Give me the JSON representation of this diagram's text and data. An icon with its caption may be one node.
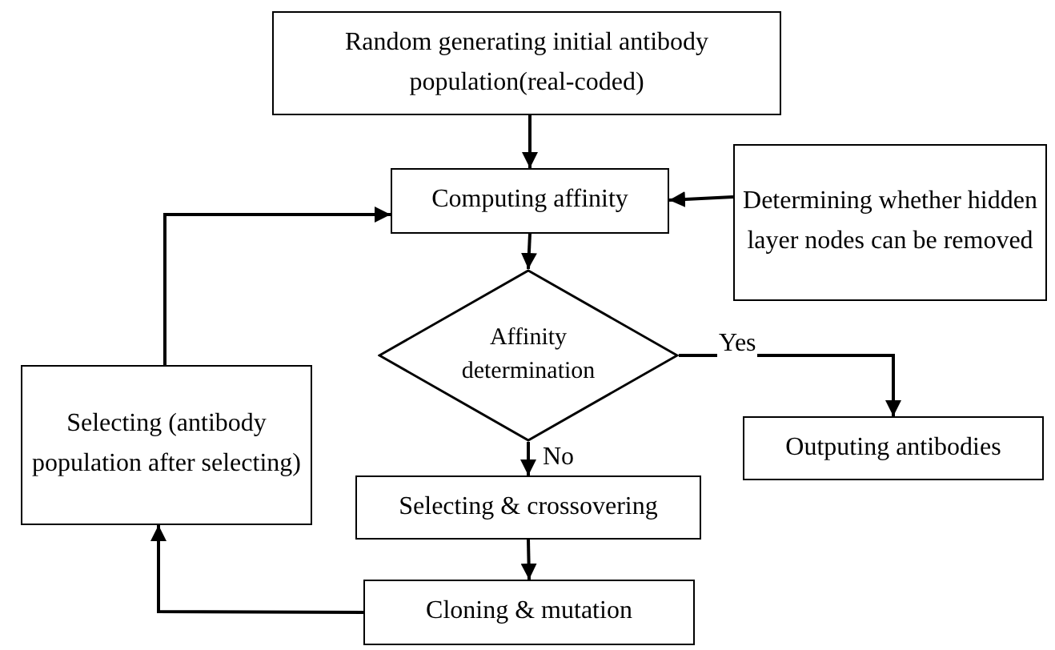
{
  "diagram": {
    "nodes": [
      {
        "text": [
          "Random generating initial antibody population(real-coded)"
        ]
      },
      {
        "text": [
          "Computing affinity"
        ]
      },
      {
        "text": [
          "Determining whether hidden layer nodes can be removed"
        ]
      },
      {
        "text": [
          "Affinity determination"
        ]
      },
      {
        "text": [
          "Selecting (antibody population after selecting)"
        ]
      },
      {
        "text": [
          "Outputing antibodies"
        ]
      },
      {
        "text": [
          "Selecting & crossovering"
        ]
      },
      {
        "text": [
          "Cloning & mutation"
        ]
      }
    ],
    "edges": [
      {
        "from": 0,
        "to": 1,
        "arrow": "to"
      },
      {
        "from": 2,
        "to": 1,
        "arrow": "to"
      },
      {
        "from": 1,
        "to": 3,
        "arrow": "to"
      },
      {
        "from": 3,
        "to": 5,
        "arrow": "to",
        "label": "Yes"
      },
      {
        "from": 3,
        "to": 6,
        "arrow": "to",
        "label": "No"
      },
      {
        "from": 6,
        "to": 7,
        "arrow": "to"
      },
      {
        "from": 7,
        "to": 4,
        "arrow": "to"
      },
      {
        "from": 4,
        "to": 1,
        "arrow": "to"
      }
    ]
  }
}
